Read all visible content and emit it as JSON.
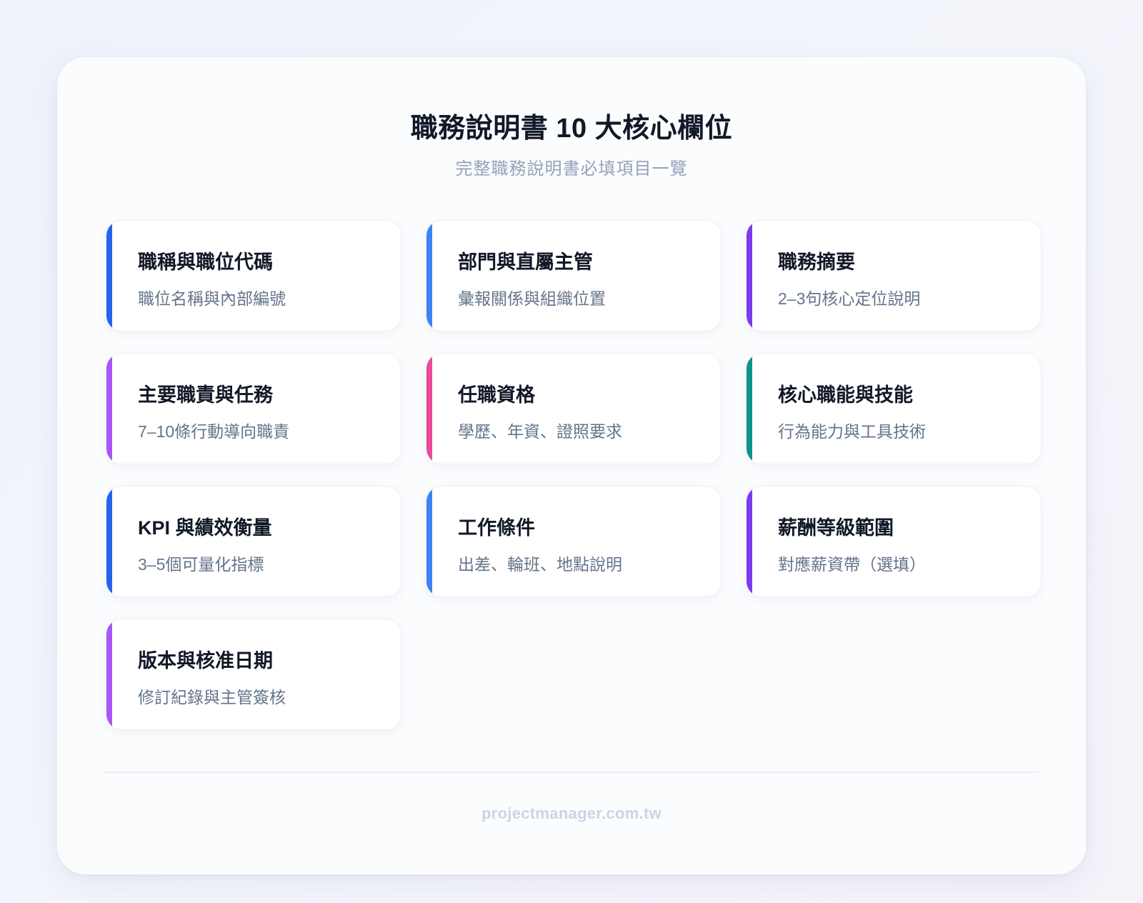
{
  "header": {
    "title": "職務說明書 10 大核心欄位",
    "subtitle": "完整職務說明書必填項目一覽"
  },
  "cards": [
    {
      "title": "職稱與職位代碼",
      "description": "職位名稱與內部編號",
      "accent_color": "#2563eb"
    },
    {
      "title": "部門與直屬主管",
      "description": "彙報關係與組織位置",
      "accent_color": "#3b82f6"
    },
    {
      "title": "職務摘要",
      "description": "2–3句核心定位說明",
      "accent_color": "#7c3aed"
    },
    {
      "title": "主要職責與任務",
      "description": "7–10條行動導向職責",
      "accent_color": "#a855f7"
    },
    {
      "title": "任職資格",
      "description": "學歷、年資、證照要求",
      "accent_color": "#ec4899"
    },
    {
      "title": "核心職能與技能",
      "description": "行為能力與工具技術",
      "accent_color": "#0d9488"
    },
    {
      "title": "KPI 與績效衡量",
      "description": "3–5個可量化指標",
      "accent_color": "#2563eb"
    },
    {
      "title": "工作條件",
      "description": "出差、輪班、地點說明",
      "accent_color": "#3b82f6"
    },
    {
      "title": "薪酬等級範圍",
      "description": "對應薪資帶（選填）",
      "accent_color": "#7c3aed"
    },
    {
      "title": "版本與核准日期",
      "description": "修訂紀錄與主管簽核",
      "accent_color": "#a855f7"
    }
  ],
  "footer": {
    "text": "projectmanager.com.tw"
  }
}
